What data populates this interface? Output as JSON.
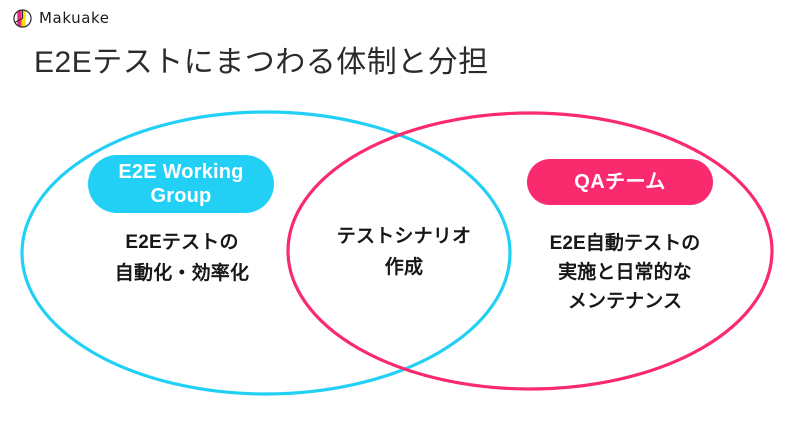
{
  "brand": {
    "name": "Makuake",
    "logo_icon": "makuake-circle-logo",
    "logo_colors": [
      "#ec2a7b",
      "#ffe000",
      "#00bcd4",
      "#ffffff"
    ]
  },
  "slide": {
    "title": "E2Eテストにまつわる体制と分担"
  },
  "colors": {
    "cyan": "#22d0f5",
    "pink": "#fa2a6e",
    "text": "#171717",
    "title_text": "#2b2b2b",
    "background": "#ffffff"
  },
  "diagram": {
    "type": "venn",
    "left_circle": {
      "badge_label": "E2E Working\nGroup",
      "badge_color": "#22d0f5",
      "stroke_color": "#22d0f5",
      "body_text": "E2Eテストの\n自動化・効率化"
    },
    "right_circle": {
      "badge_label": "QAチーム",
      "badge_color": "#fa2a6e",
      "stroke_color": "#fa2a6e",
      "body_text": "E2E自動テストの\n実施と日常的な\nメンテナンス"
    },
    "overlap": {
      "body_text": "テストシナリオ\n作成"
    }
  }
}
